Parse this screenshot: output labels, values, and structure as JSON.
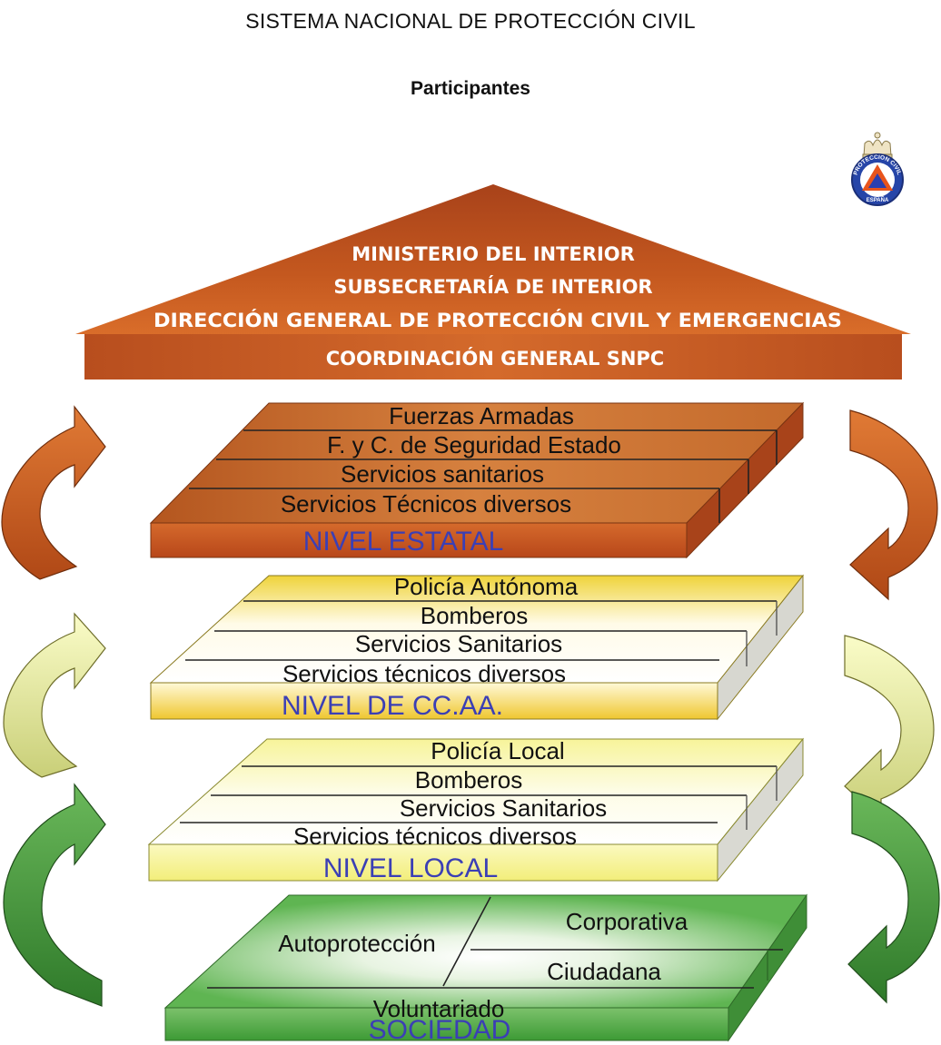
{
  "title": "SISTEMA NACIONAL DE PROTECCIÓN CIVIL",
  "subtitle": "Participantes",
  "emblem": {
    "icon": "proteccion-civil-emblem-icon",
    "ring_text": "PROTECCION CIVIL",
    "bottom_text": "ESPAÑA",
    "colors": {
      "ring": "#1f3d99",
      "triangle": "#e8541c",
      "inner": "#2b3fb0"
    }
  },
  "roof": {
    "lines": [
      "MINISTERIO DEL INTERIOR",
      "SUBSECRETARÍA DE INTERIOR",
      "DIRECCIÓN GENERAL DE PROTECCIÓN CIVIL Y EMERGENCIAS"
    ],
    "band": "COORDINACIÓN GENERAL SNPC",
    "color": "#d4601c"
  },
  "levels": [
    {
      "id": "estatal",
      "rows": [
        "Fuerzas Armadas",
        "F. y C. de Seguridad Estado",
        "Servicios sanitarios",
        "Servicios Técnicos diversos"
      ],
      "label": "NIVEL ESTATAL",
      "color": "#cf6624"
    },
    {
      "id": "ccaa",
      "rows": [
        "Policía Autónoma",
        "Bomberos",
        "Servicios Sanitarios",
        "Servicios técnicos diversos"
      ],
      "label": "NIVEL DE CC.AA.",
      "color": "#f3da45"
    },
    {
      "id": "local",
      "rows": [
        "Policía Local",
        "Bomberos",
        "Servicios Sanitarios",
        "Servicios técnicos diversos"
      ],
      "label": "NIVEL LOCAL",
      "color": "#f5f29a"
    }
  ],
  "society": {
    "autoproteccion": "Autoprotección",
    "corporativa": "Corporativa",
    "ciudadana": "Ciudadana",
    "voluntariado": "Voluntariado",
    "label": "SOCIEDAD",
    "color": "#4aa842"
  },
  "arrows": {
    "orange": "#c6541c",
    "yellow": "#e0e48c",
    "green": "#4c9a3e"
  }
}
